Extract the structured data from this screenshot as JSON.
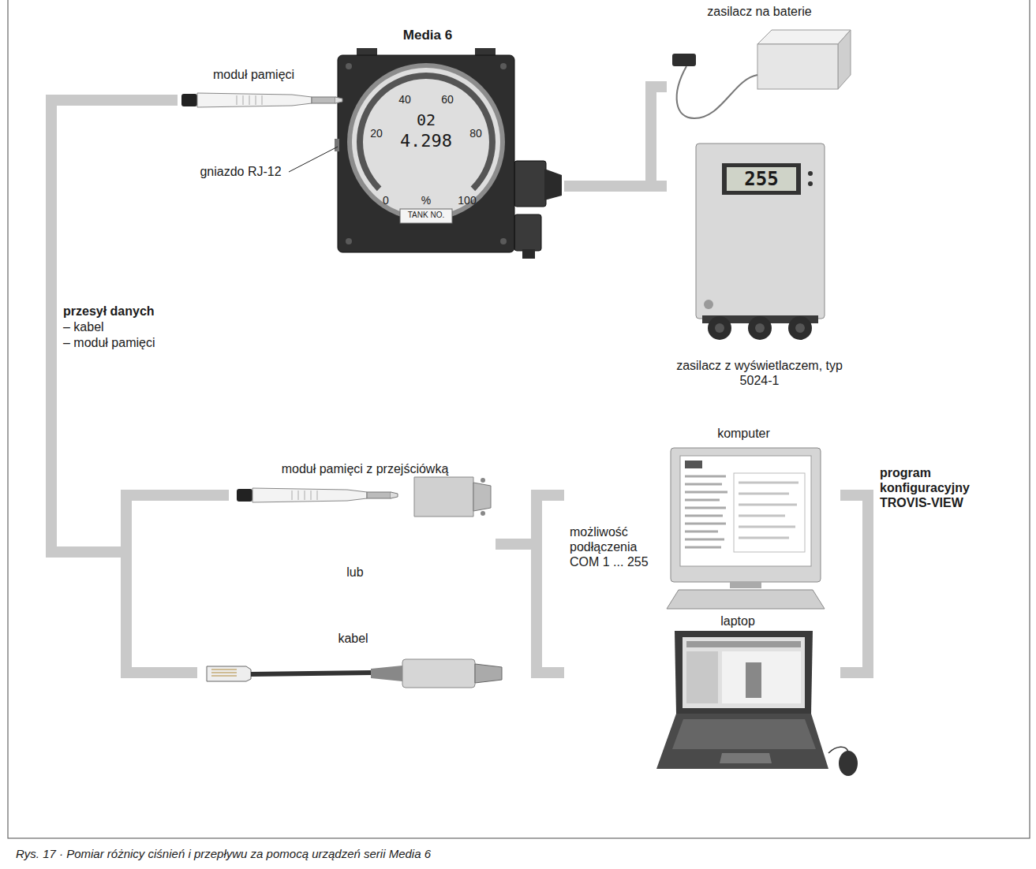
{
  "diagram": {
    "caption": "Rys. 17 · Pomiar różnicy ciśnień i przepływu za pomocą urządzeń serii Media 6",
    "nodes": [
      {
        "text": [
          "Media 6"
        ]
      },
      {
        "text": [
          "zasilacz na baterie"
        ]
      },
      {
        "text": [
          "zasilacz z wyświetlaczem, typ 5024-1"
        ]
      },
      {
        "text": [
          "moduł pamięci"
        ]
      },
      {
        "text": [
          "moduł pamięci z przejściówką"
        ]
      },
      {
        "text": [
          "kabel"
        ]
      },
      {
        "text": [
          "komputer"
        ]
      },
      {
        "text": [
          "laptop"
        ]
      }
    ],
    "edges": [
      {
        "from": 0,
        "to": 1,
        "arrow": "none"
      },
      {
        "from": 0,
        "to": 2,
        "arrow": "none"
      },
      {
        "from": 3,
        "to": 4,
        "arrow": "none"
      },
      {
        "from": 3,
        "to": 5,
        "arrow": "none"
      }
    ],
    "labels": [
      "40",
      "60",
      "20",
      "80",
      "02",
      "4.298",
      "0",
      "%",
      "100",
      "TANK NO.",
      "gniazdo RJ-12",
      "255",
      "przesył danych",
      "– kabel",
      "– moduł pamięci",
      "lub",
      "możliwość podłączenia COM 1 ... 255",
      "program konfiguracyjny TROVIS-VIEW"
    ]
  }
}
